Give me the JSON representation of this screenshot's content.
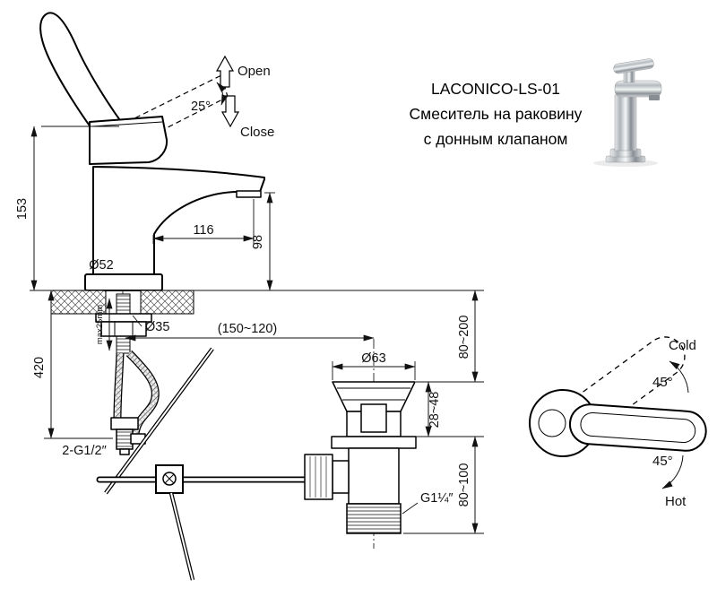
{
  "title": {
    "model": "LACONICO-LS-01",
    "desc1": "Смеситель на раковину",
    "desc2": "с донным клапаном"
  },
  "front_view": {
    "open": "Open",
    "close": "Close",
    "handle_open_angle": "25°"
  },
  "dimensions": {
    "body_height": "153",
    "spout_reach": "116",
    "spout_outlet_height": "98",
    "base_diameter": "Ø52",
    "mount_hole_diameter": "Ø35",
    "hose_length": "420",
    "max_deck_thickness": "max25mm",
    "hose_thread": "2-G1/2″",
    "drain_offset_range": "(150~120)",
    "drain_flange_diameter": "Ø63",
    "drain_flange_height": "28~48",
    "drain_upper_range": "80~200",
    "drain_lower_range": "80~100",
    "drain_thread": "G1¼″"
  },
  "top_view": {
    "cold": "Cold",
    "hot": "Hot",
    "cold_angle": "45°",
    "hot_angle": "45°"
  }
}
